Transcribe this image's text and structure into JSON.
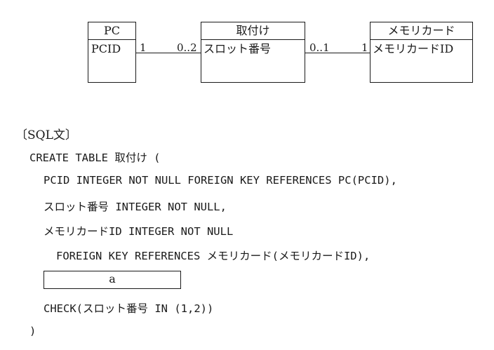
{
  "diagram": {
    "entities": [
      {
        "name": "PC",
        "attribute": "PCID"
      },
      {
        "name": "取付け",
        "attribute": "スロット番号"
      },
      {
        "name": "メモリカード",
        "attribute": "メモリカードID"
      }
    ],
    "relationships": [
      {
        "left_mult": "1",
        "right_mult": "0..2"
      },
      {
        "left_mult": "0..1",
        "right_mult": "1"
      }
    ]
  },
  "sql": {
    "title": "〔SQL文〕",
    "lines": [
      "CREATE TABLE 取付け (",
      "PCID INTEGER NOT NULL FOREIGN KEY REFERENCES PC(PCID),",
      "スロット番号 INTEGER NOT NULL,",
      "メモリカードID INTEGER NOT NULL",
      "FOREIGN KEY REFERENCES メモリカード(メモリカードID),",
      "CHECK(スロット番号 IN (1,2))",
      ")"
    ],
    "blank": "a"
  }
}
